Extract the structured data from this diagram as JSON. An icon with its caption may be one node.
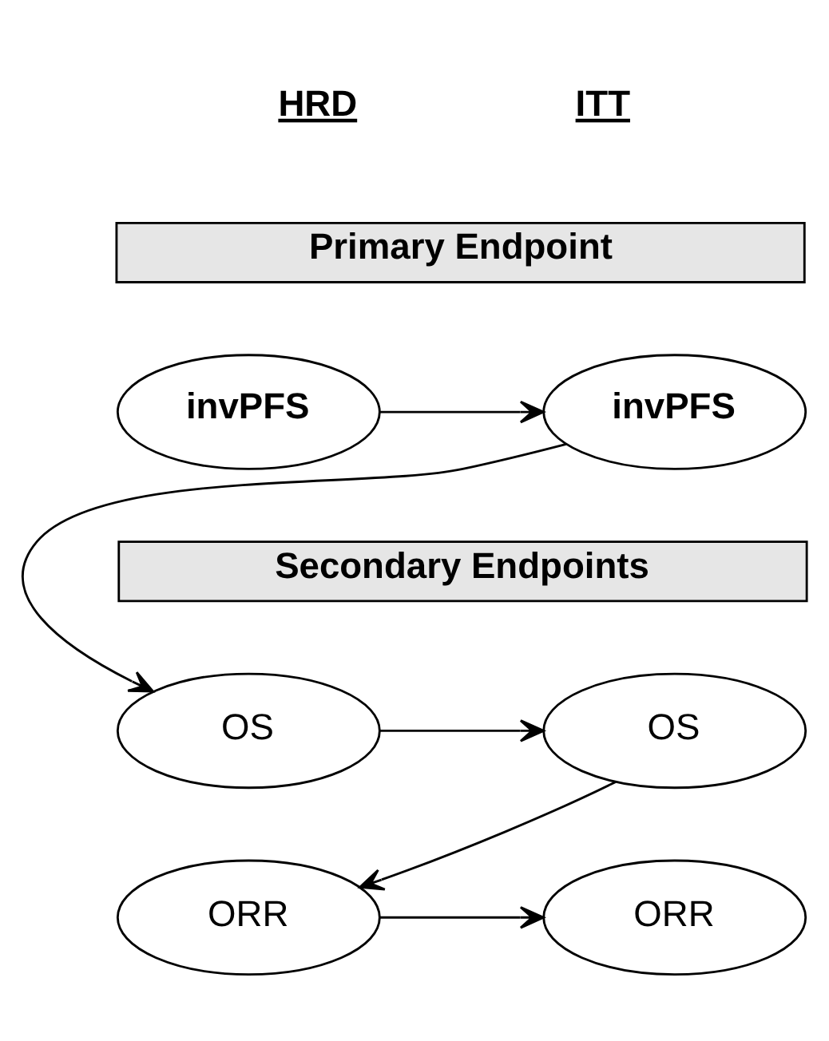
{
  "diagram": {
    "nodes": [
      {
        "text": [
          "Primary Endpoint"
        ]
      },
      {
        "text": [
          "invPFS"
        ]
      },
      {
        "text": [
          "invPFS"
        ]
      },
      {
        "text": [
          "Secondary Endpoints"
        ]
      },
      {
        "text": [
          "OS"
        ]
      },
      {
        "text": [
          "OS"
        ]
      },
      {
        "text": [
          "ORR"
        ]
      },
      {
        "text": [
          "ORR"
        ]
      }
    ],
    "edges": [
      {
        "from": 1,
        "to": 2,
        "arrow": "to"
      },
      {
        "from": 2,
        "to": 4,
        "arrow": "to"
      },
      {
        "from": 4,
        "to": 5,
        "arrow": "to"
      },
      {
        "from": 5,
        "to": 6,
        "arrow": "to"
      },
      {
        "from": 6,
        "to": 7,
        "arrow": "to"
      }
    ],
    "labels": [
      "HRD",
      "ITT"
    ]
  }
}
